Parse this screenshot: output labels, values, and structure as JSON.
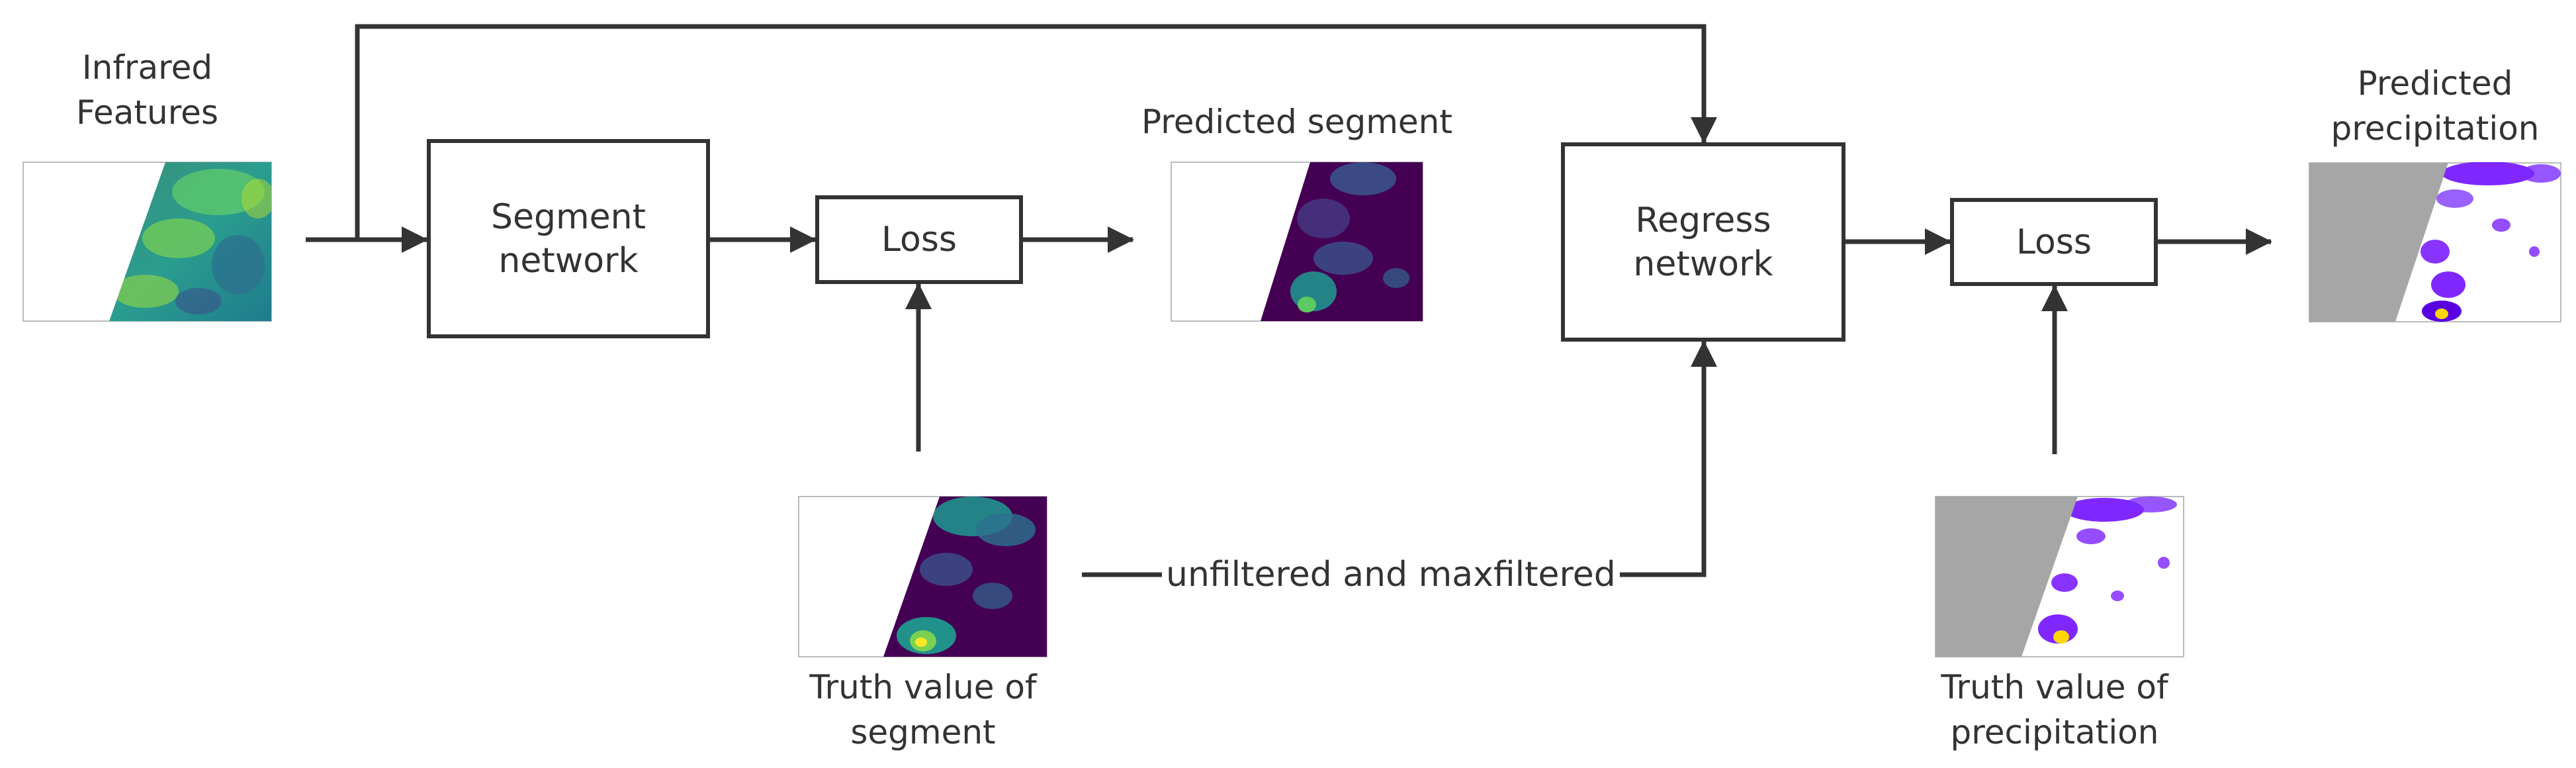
{
  "infrared_features": "Infrared\nFeatures",
  "segment_network": "Segment\nnetwork",
  "loss_1": "Loss",
  "predicted_segment": "Predicted segment",
  "regress_network": "Regress\nnetwork",
  "loss_2": "Loss",
  "predicted_precipitation": "Predicted\nprecipitation",
  "truth_segment": "Truth value of\nsegment",
  "truth_precipitation": "Truth value of\nprecipitation",
  "filter_label": "unfiltered and maxfiltered",
  "colors": {
    "line": "#333333",
    "viridis_dark": "#440154",
    "viridis_mid": "#21918c",
    "viridis_bright": "#fde725",
    "precip_purple": "#6a00ff",
    "mask_gray": "#a6a6a6"
  }
}
